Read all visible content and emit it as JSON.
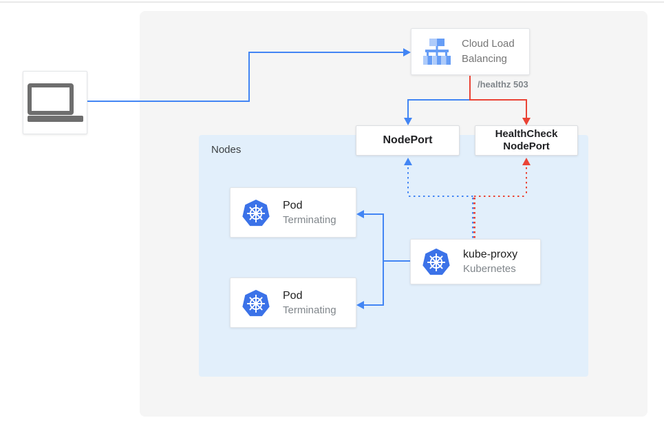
{
  "colors": {
    "blue": "#4285f4",
    "red": "#ea4335",
    "panel_bg": "#f5f5f5",
    "nodes_bg": "#e2effb",
    "gray_text": "#80868b",
    "dark_text": "#212121",
    "clb_text": "#757575"
  },
  "client": {
    "icon": "laptop-icon"
  },
  "cloud_load_balancing": {
    "line1": "Cloud Load",
    "line2": "Balancing",
    "icon": "load-balancer-icon"
  },
  "healthz_badge": "/healthz 503",
  "nodeport": {
    "label": "NodePort"
  },
  "healthcheck_nodeport": {
    "line1": "HealthCheck",
    "line2": "NodePort"
  },
  "nodes_group": {
    "label": "Nodes"
  },
  "pods": [
    {
      "title": "Pod",
      "subtitle": "Terminating",
      "icon": "kubernetes-icon"
    },
    {
      "title": "Pod",
      "subtitle": "Terminating",
      "icon": "kubernetes-icon"
    }
  ],
  "kube_proxy": {
    "title": "kube-proxy",
    "subtitle": "Kubernetes",
    "icon": "kubernetes-icon"
  }
}
